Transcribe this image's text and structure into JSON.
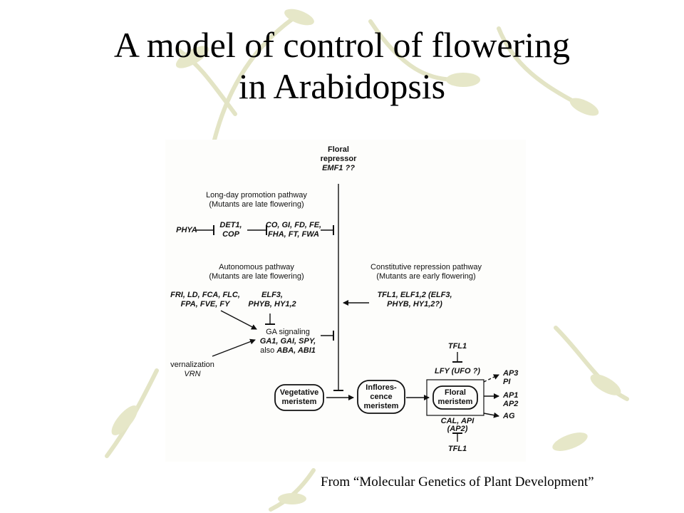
{
  "title": {
    "line1": "A model of control of flowering",
    "line2": "in Arabidopsis"
  },
  "credit": "From “Molecular Genetics of Plant Development”",
  "colors": {
    "background": "#ffffff",
    "plant_tint": "#e6e7c8",
    "ink": "#111111"
  },
  "diagram": {
    "repressor": {
      "line1": "Floral",
      "line2": "repressor",
      "line3": "EMF1 ??"
    },
    "long_day": {
      "title": "Long-day promotion pathway",
      "note": "(Mutants are late flowering)",
      "phya": "PHYA",
      "det1": "DET1,",
      "cop": "COP",
      "genes1": "CO, GI, FD, FE,",
      "genes2": "FHA, FT, FWA"
    },
    "autonomous": {
      "title": "Autonomous pathway",
      "note": "(Mutants are late flowering)",
      "genes1": "FRI, LD, FCA, FLC,",
      "genes2": "FPA, FVE, FY"
    },
    "elf": {
      "line1": "ELF3,",
      "line2": "PHYB, HY1,2"
    },
    "constitutive": {
      "title": "Constitutive repression pathway",
      "note": "(Mutants are early flowering)",
      "genes1": "TFL1, ELF1,2 (ELF3,",
      "genes2": "PHYB, HY1,2?)"
    },
    "ga": {
      "title": "GA signaling",
      "line1": "GA1, GAI, SPY,",
      "line2a": "also",
      "line2b": "ABA, ABI1"
    },
    "vern": {
      "line1": "vernalization",
      "line2": "VRN"
    },
    "vegetative": {
      "line1": "Vegetative",
      "line2": "meristem"
    },
    "inflorescence": {
      "line1": "Inflores-",
      "line2": "cence",
      "line3": "meristem"
    },
    "floral": {
      "line1": "Floral",
      "line2": "meristem"
    },
    "tfl1_top": "TFL1",
    "lfy": "LFY (UFO ?)",
    "cal": {
      "line1": "CAL, API",
      "line2": "(AP2)"
    },
    "tfl1_bottom": "TFL1",
    "organ_genes": {
      "ap3": "AP3",
      "pi": "PI",
      "ap1": "AP1",
      "ap2": "AP2",
      "ag": "AG"
    }
  }
}
